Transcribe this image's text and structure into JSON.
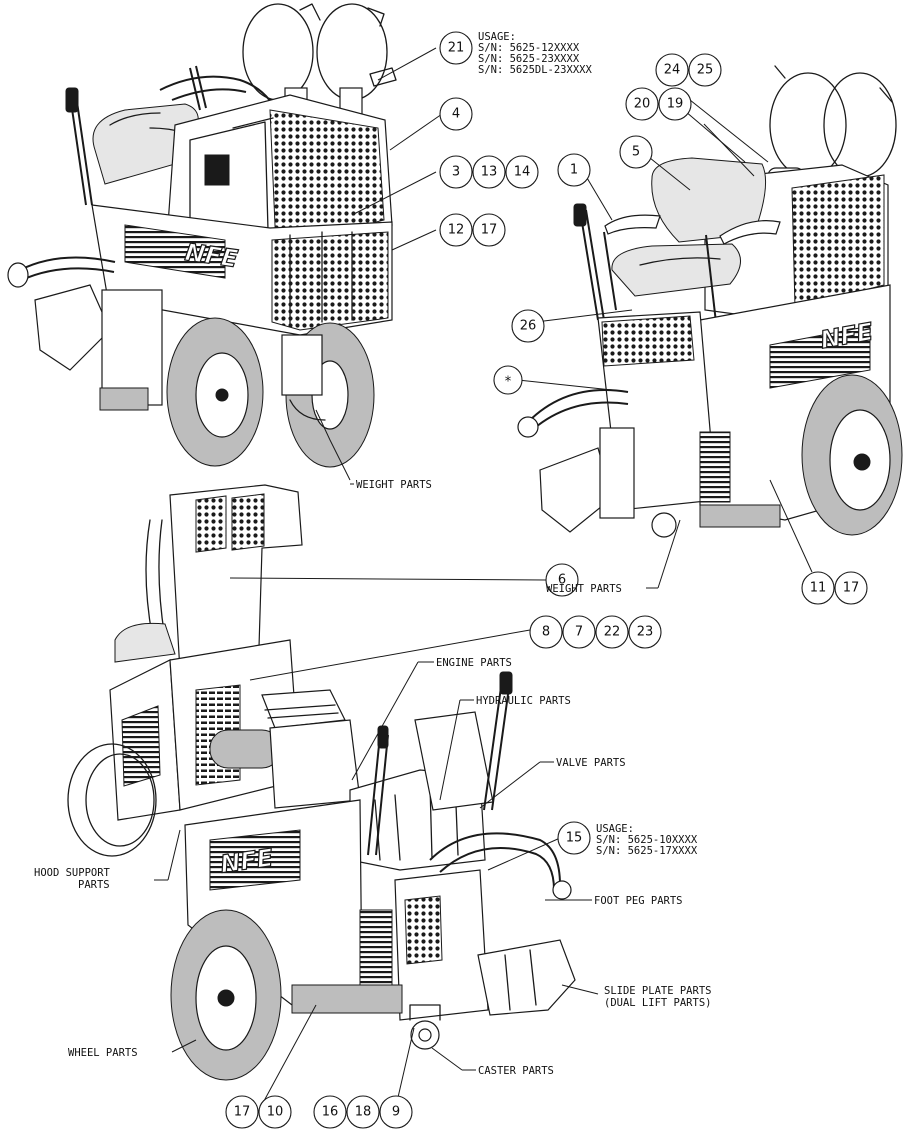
{
  "balloons": {
    "b1": "1",
    "b3": "3",
    "b4": "4",
    "b5": "5",
    "b6": "6",
    "b7": "7",
    "b8": "8",
    "b9": "9",
    "b10": "10",
    "b11": "11",
    "b12": "12",
    "b13": "13",
    "b14": "14",
    "b15": "15",
    "b16": "16",
    "b17a": "17",
    "b17b": "17",
    "b17c": "17",
    "b18": "18",
    "b19": "19",
    "b20": "20",
    "b21": "21",
    "b22": "22",
    "b23": "23",
    "b24": "24",
    "b25": "25",
    "b26": "26",
    "bstar": "*"
  },
  "usage_top": {
    "heading": "USAGE:",
    "lines": [
      "S/N: 5625-12XXXX",
      "S/N: 5625-23XXXX",
      "S/N: 5625DL-23XXXX"
    ]
  },
  "usage_mid": {
    "heading": "USAGE:",
    "lines": [
      "S/N: 5625-10XXXX",
      "S/N: 5625-17XXXX"
    ]
  },
  "callouts": {
    "weight_parts_top": "WEIGHT PARTS",
    "weight_parts_right": "WEIGHT PARTS",
    "engine_parts": "ENGINE PARTS",
    "hydraulic_parts": "HYDRAULIC PARTS",
    "valve_parts": "VALVE PARTS",
    "hood_support_line1": "HOOD SUPPORT",
    "hood_support_line2": "PARTS",
    "foot_peg_parts": "FOOT PEG PARTS",
    "slide_plate_line1": "SLIDE PLATE PARTS",
    "slide_plate_line2": "(DUAL LIFT PARTS)",
    "wheel_parts": "WHEEL PARTS",
    "caster_parts": "CASTER PARTS"
  },
  "logo_text": "NFE"
}
